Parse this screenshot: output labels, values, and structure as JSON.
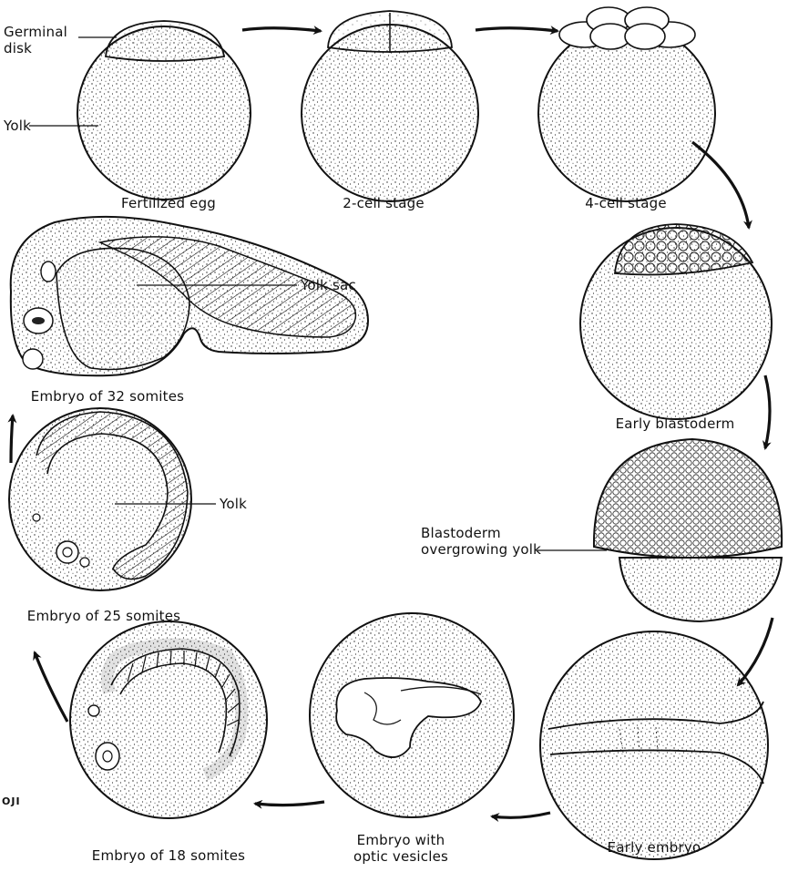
{
  "stages": [
    {
      "id": "fertilized-egg",
      "label": "Fertilized egg"
    },
    {
      "id": "two-cell",
      "label": "2-cell stage"
    },
    {
      "id": "four-cell",
      "label": "4-cell stage"
    },
    {
      "id": "early-blastoderm",
      "label": "Early blastoderm"
    },
    {
      "id": "blastoderm-overgrowing",
      "label": ""
    },
    {
      "id": "early-embryo",
      "label": "Early embryo"
    },
    {
      "id": "optic-vesicles",
      "label": "Embryo with\noptic vesicles"
    },
    {
      "id": "eighteen-somites",
      "label": "Embryo of 18 somites"
    },
    {
      "id": "twenty-five-somites",
      "label": "Embryo of 25 somites"
    },
    {
      "id": "thirty-two-somites",
      "label": "Embryo of 32 somites"
    }
  ],
  "callouts": {
    "germinal_disk": "Germinal\ndisk",
    "yolk_top": "Yolk",
    "yolk_sac": "Yolk sac",
    "yolk_mid": "Yolk",
    "blastoderm_overgrowing": "Blastoderm\novergrowing yolk"
  },
  "artist_mark": "OJI",
  "colors": {
    "ink": "#111111",
    "paper": "#ffffff"
  }
}
